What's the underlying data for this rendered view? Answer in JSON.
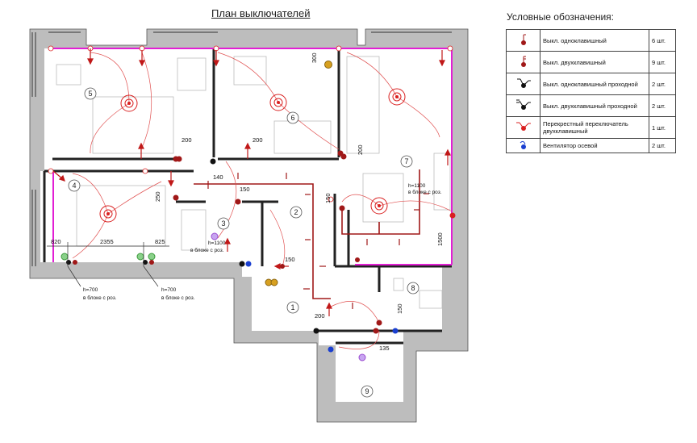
{
  "title": "План выключателей",
  "legend": {
    "title": "Условные обозначения:",
    "items": [
      {
        "name": "Выкл. одноклавишный",
        "qty": "6 шт.",
        "icon": "single-switch-icon"
      },
      {
        "name": "Выкл. двухклавишный",
        "qty": "9 шт.",
        "icon": "double-switch-icon"
      },
      {
        "name": "Выкл. одноклавишный проходной",
        "qty": "2 шт.",
        "icon": "single-passthrough-switch-icon"
      },
      {
        "name": "Выкл. двухклавишный проходной",
        "qty": "2 шт.",
        "icon": "double-passthrough-switch-icon"
      },
      {
        "name": "Перекрестный переключатель двухклавишный",
        "qty": "1 шт.",
        "icon": "cross-switch-icon"
      },
      {
        "name": "Вентилятор осевой",
        "qty": "2 шт.",
        "icon": "axial-fan-icon"
      }
    ]
  },
  "rooms": [
    "1",
    "2",
    "3",
    "4",
    "5",
    "6",
    "7",
    "8",
    "9"
  ],
  "dimensions": {
    "d200a": "200",
    "d200b": "200",
    "d200c": "200",
    "d200d": "200",
    "d300": "300",
    "d140": "140",
    "d150a": "150",
    "d150b": "150",
    "d150c": "150",
    "d150d": "150",
    "d250": "250",
    "d1500": "1500",
    "d135": "135",
    "d820": "820",
    "d2355": "2355",
    "d825": "825"
  },
  "notes": {
    "h1100_left_1": "h=1100",
    "h1100_left_2": "в блоке с роз.",
    "h1100_right_1": "h=1100",
    "h1100_right_2": "в блоке с роз.",
    "h700_a_1": "h=700",
    "h700_a_2": "в блоке с роз.",
    "h700_b_1": "h=700",
    "h700_b_2": "в блоке с роз."
  },
  "colors": {
    "wall": "#bdbdbd",
    "wall_dark": "#222222",
    "wire": "#d92020",
    "magenta": "#e21fd4",
    "switch": "#a01818",
    "fan": "#1a3fd0",
    "purple": "#9a4bd1",
    "gold": "#d7a020",
    "green": "#3a9a3a"
  }
}
